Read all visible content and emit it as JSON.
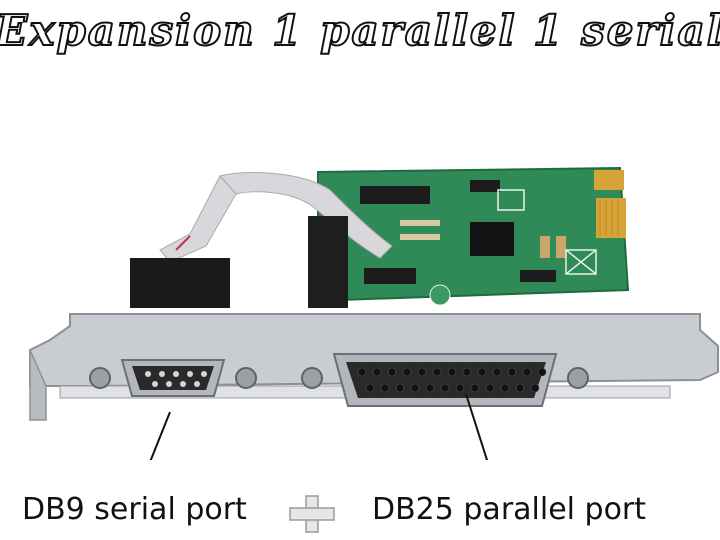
{
  "title": "Expansion 1 parallel 1 serial",
  "labels": {
    "serial_port": "DB9 serial port",
    "parallel_port": "DB25 parallel port"
  },
  "colors": {
    "pcb": "#2f8a57",
    "bracket": "#c9ccd0",
    "gold_fingers": "#d6a436",
    "ribbon": "#d8d8dc"
  },
  "plus_icon": "plus-icon"
}
